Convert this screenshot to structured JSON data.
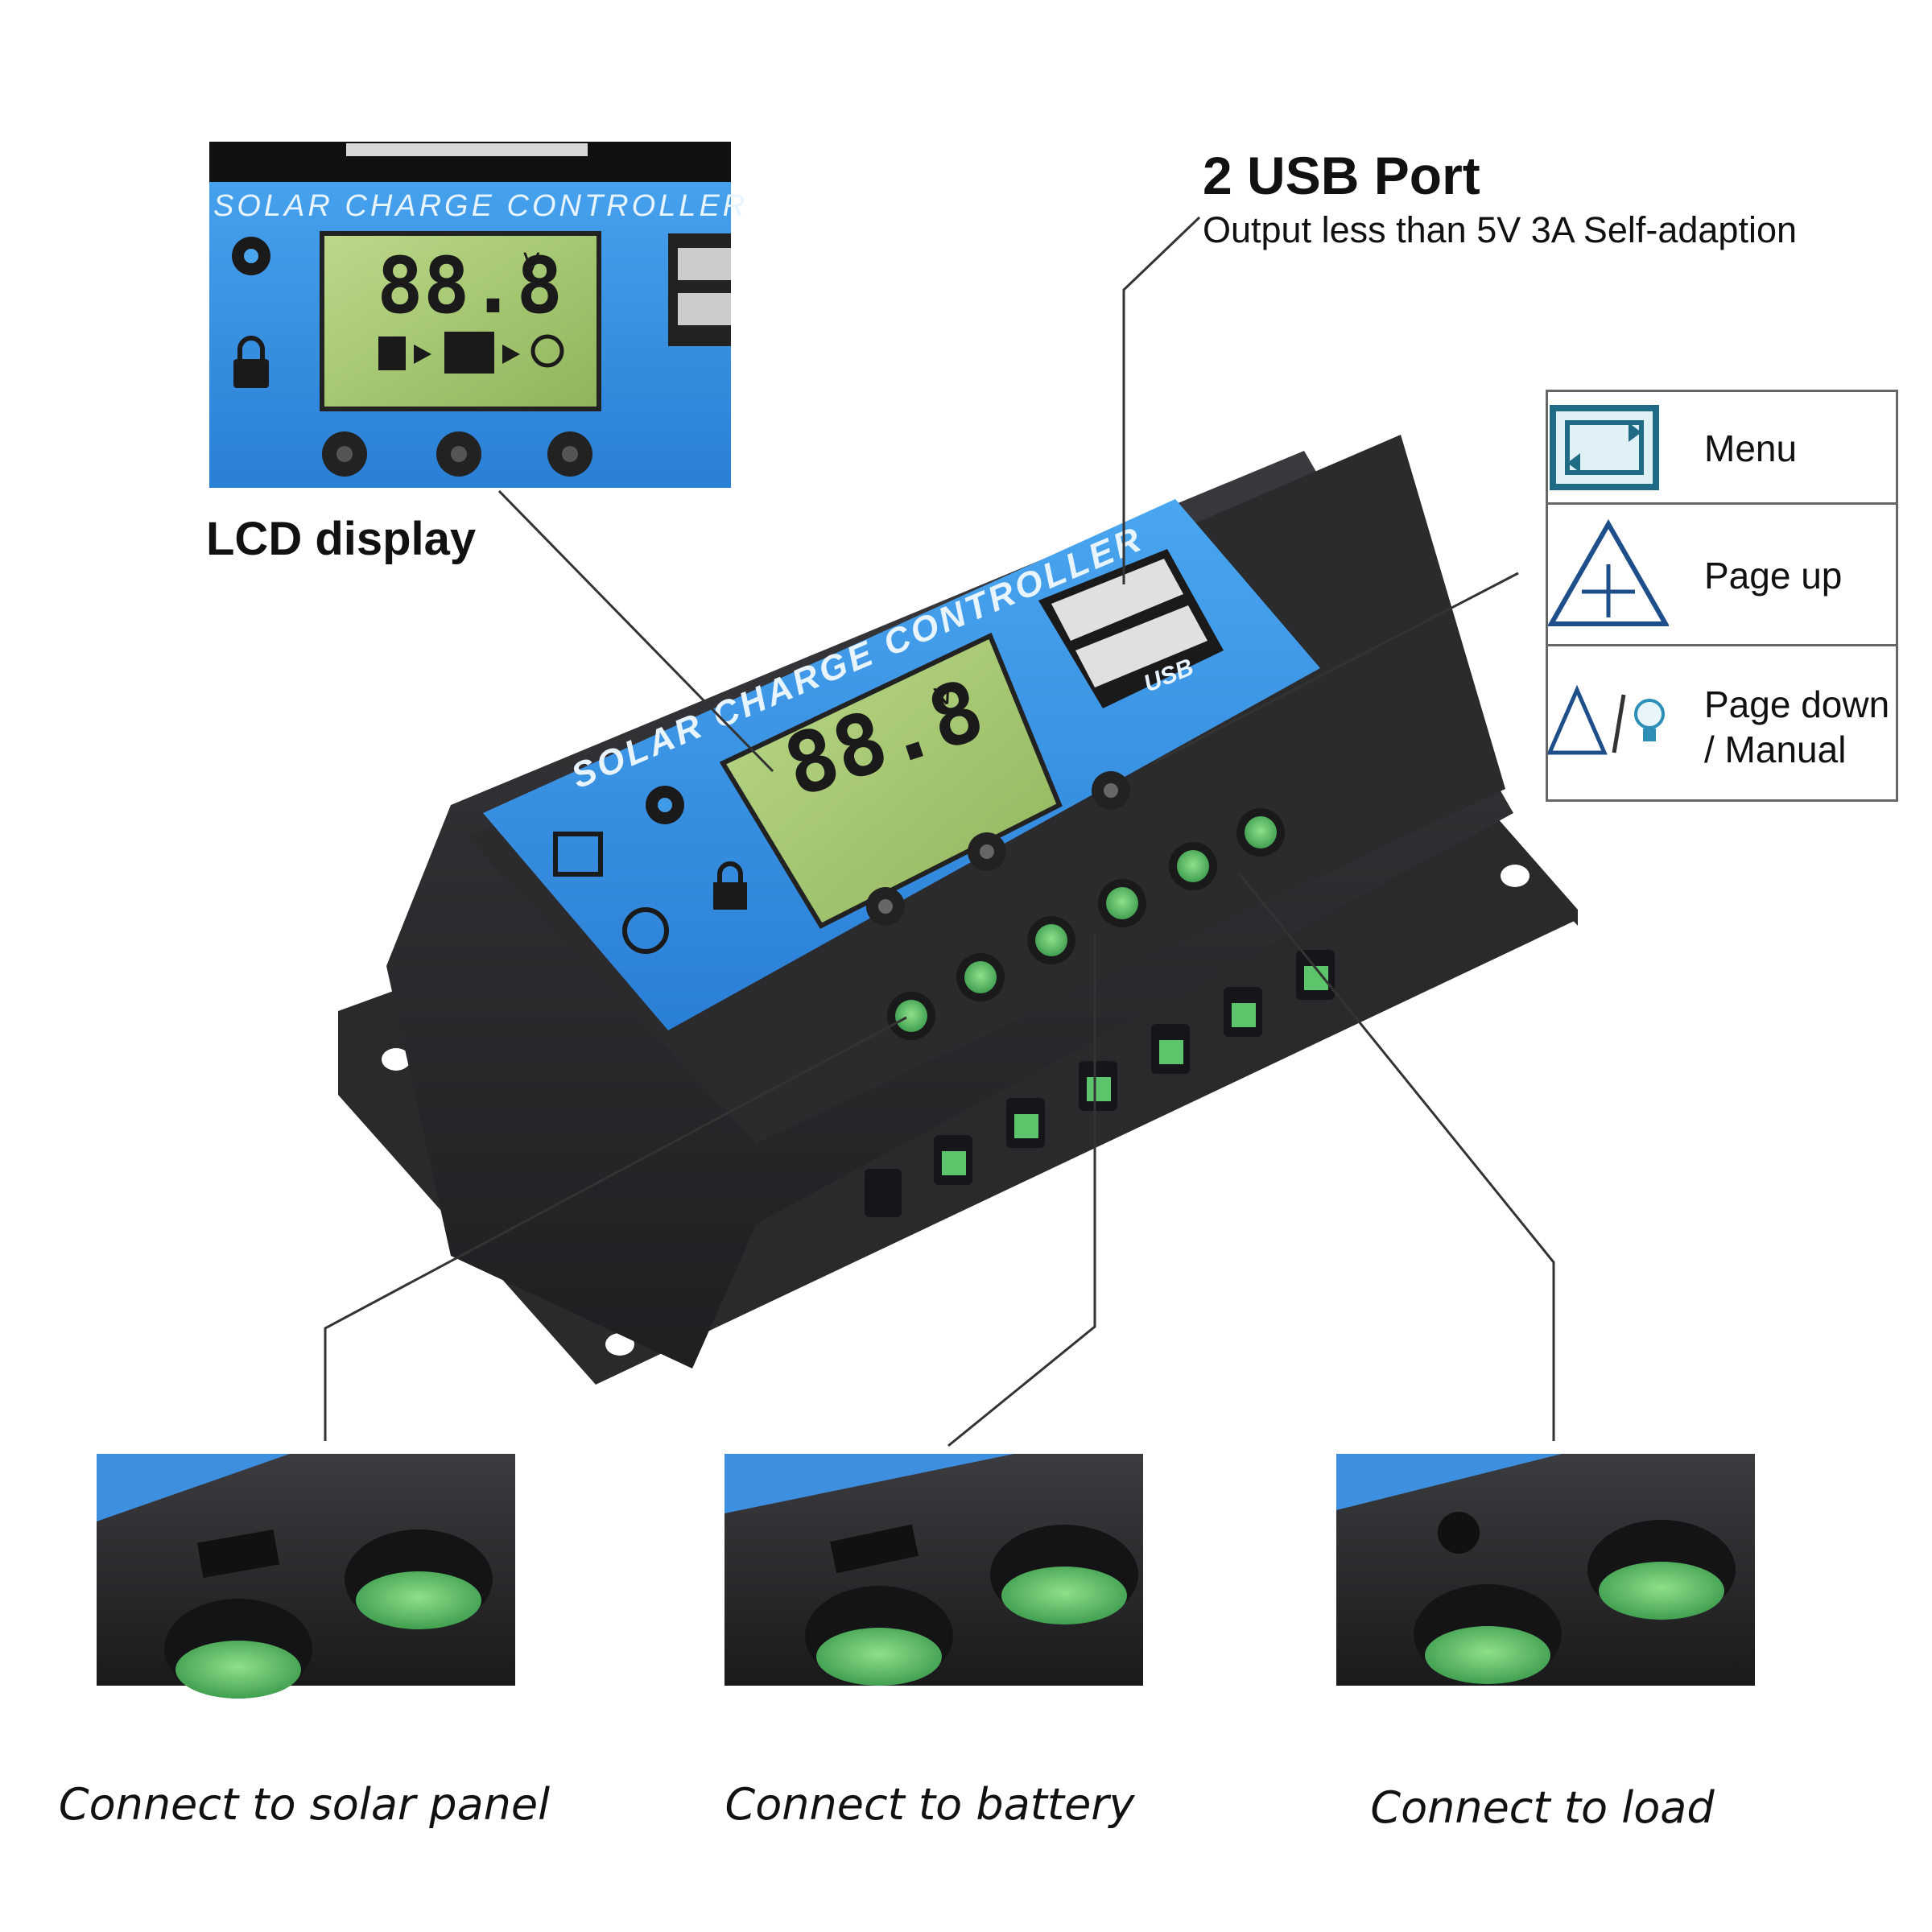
{
  "callouts": {
    "lcd_display": "LCD display",
    "usb_title": "2 USB Port",
    "usb_subtitle": "Output less than 5V 3A Self-adaption"
  },
  "legend": {
    "menu": "Menu",
    "page_up": "Page up",
    "page_down_line1": "Page down",
    "page_down_line2": "/ Manual"
  },
  "product": {
    "panel_text": "SOLAR CHARGE CONTROLLER",
    "lcd_readout": "88.8",
    "lcd_unit": "V",
    "usb_mark": "USB"
  },
  "terminals": {
    "solar": "Connect to solar panel",
    "battery": "Connect to battery",
    "load": "Connect to load"
  },
  "colors": {
    "panel_blue": "#2f8fe0",
    "lcd_green": "#a8c86a",
    "terminal_green": "#5cc46a",
    "housing_black": "#2b2b2e"
  }
}
